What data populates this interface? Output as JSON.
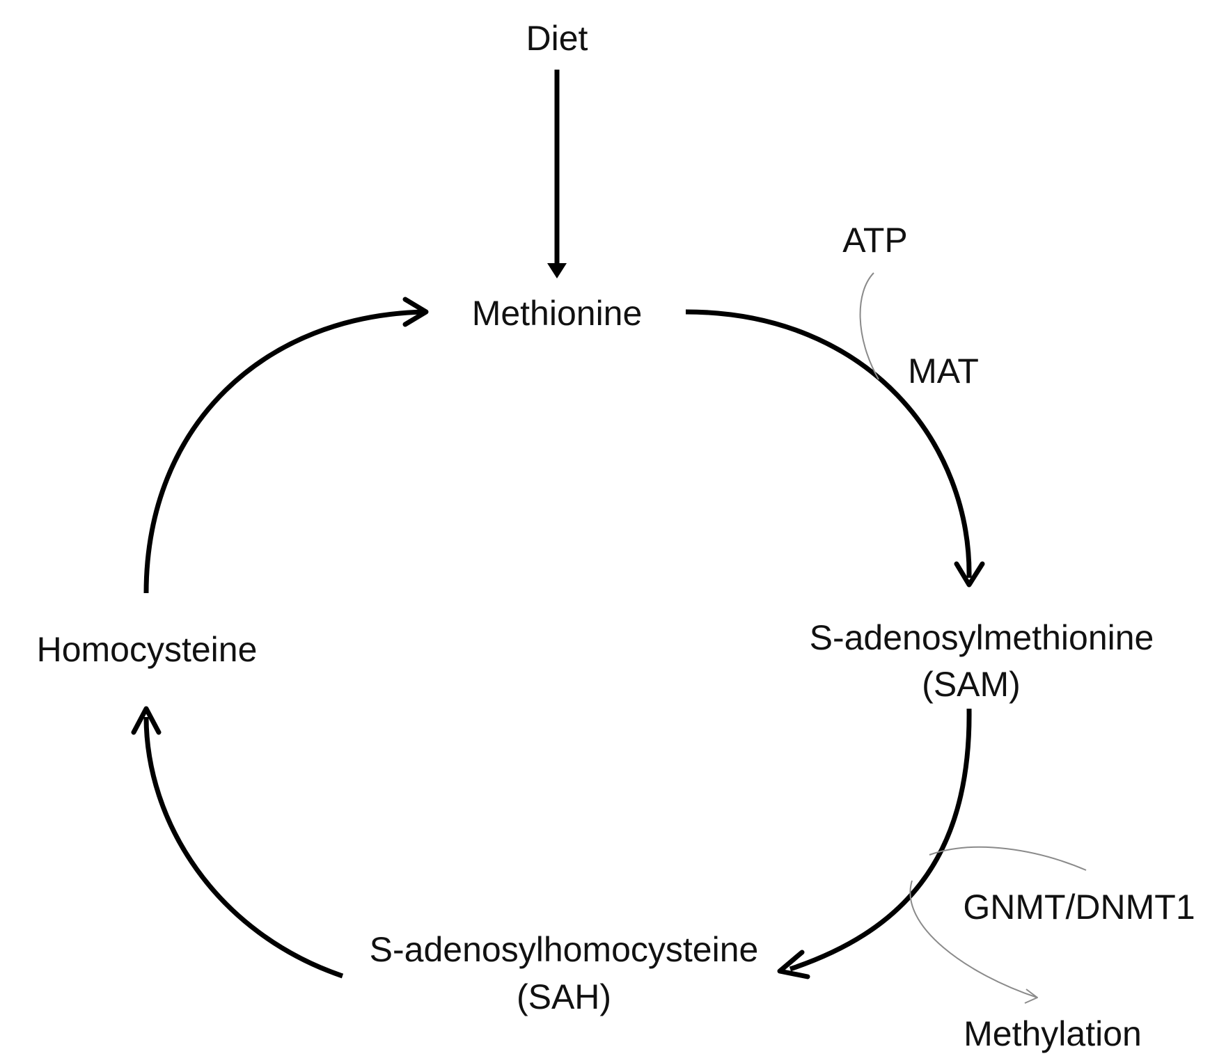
{
  "nodes": {
    "diet": "Diet",
    "methionine": "Methionine",
    "sam_name": "S-adenosylmethionine",
    "sam_abbr": "(SAM)",
    "sah_name": "S-adenosylhomocysteine",
    "sah_abbr": "(SAH)",
    "homocysteine": "Homocysteine"
  },
  "cofactors": {
    "atp": "ATP",
    "mat": "MAT",
    "gnmt_dnmt1": "GNMT/DNMT1",
    "methylation": "Methylation"
  },
  "edges": [
    {
      "from": "diet",
      "to": "methionine"
    },
    {
      "from": "methionine",
      "to": "sam",
      "enzyme": "mat",
      "input": "atp"
    },
    {
      "from": "sam",
      "to": "sah",
      "enzyme": "gnmt_dnmt1",
      "output": "methylation"
    },
    {
      "from": "sah",
      "to": "homocysteine"
    },
    {
      "from": "homocysteine",
      "to": "methionine"
    }
  ]
}
